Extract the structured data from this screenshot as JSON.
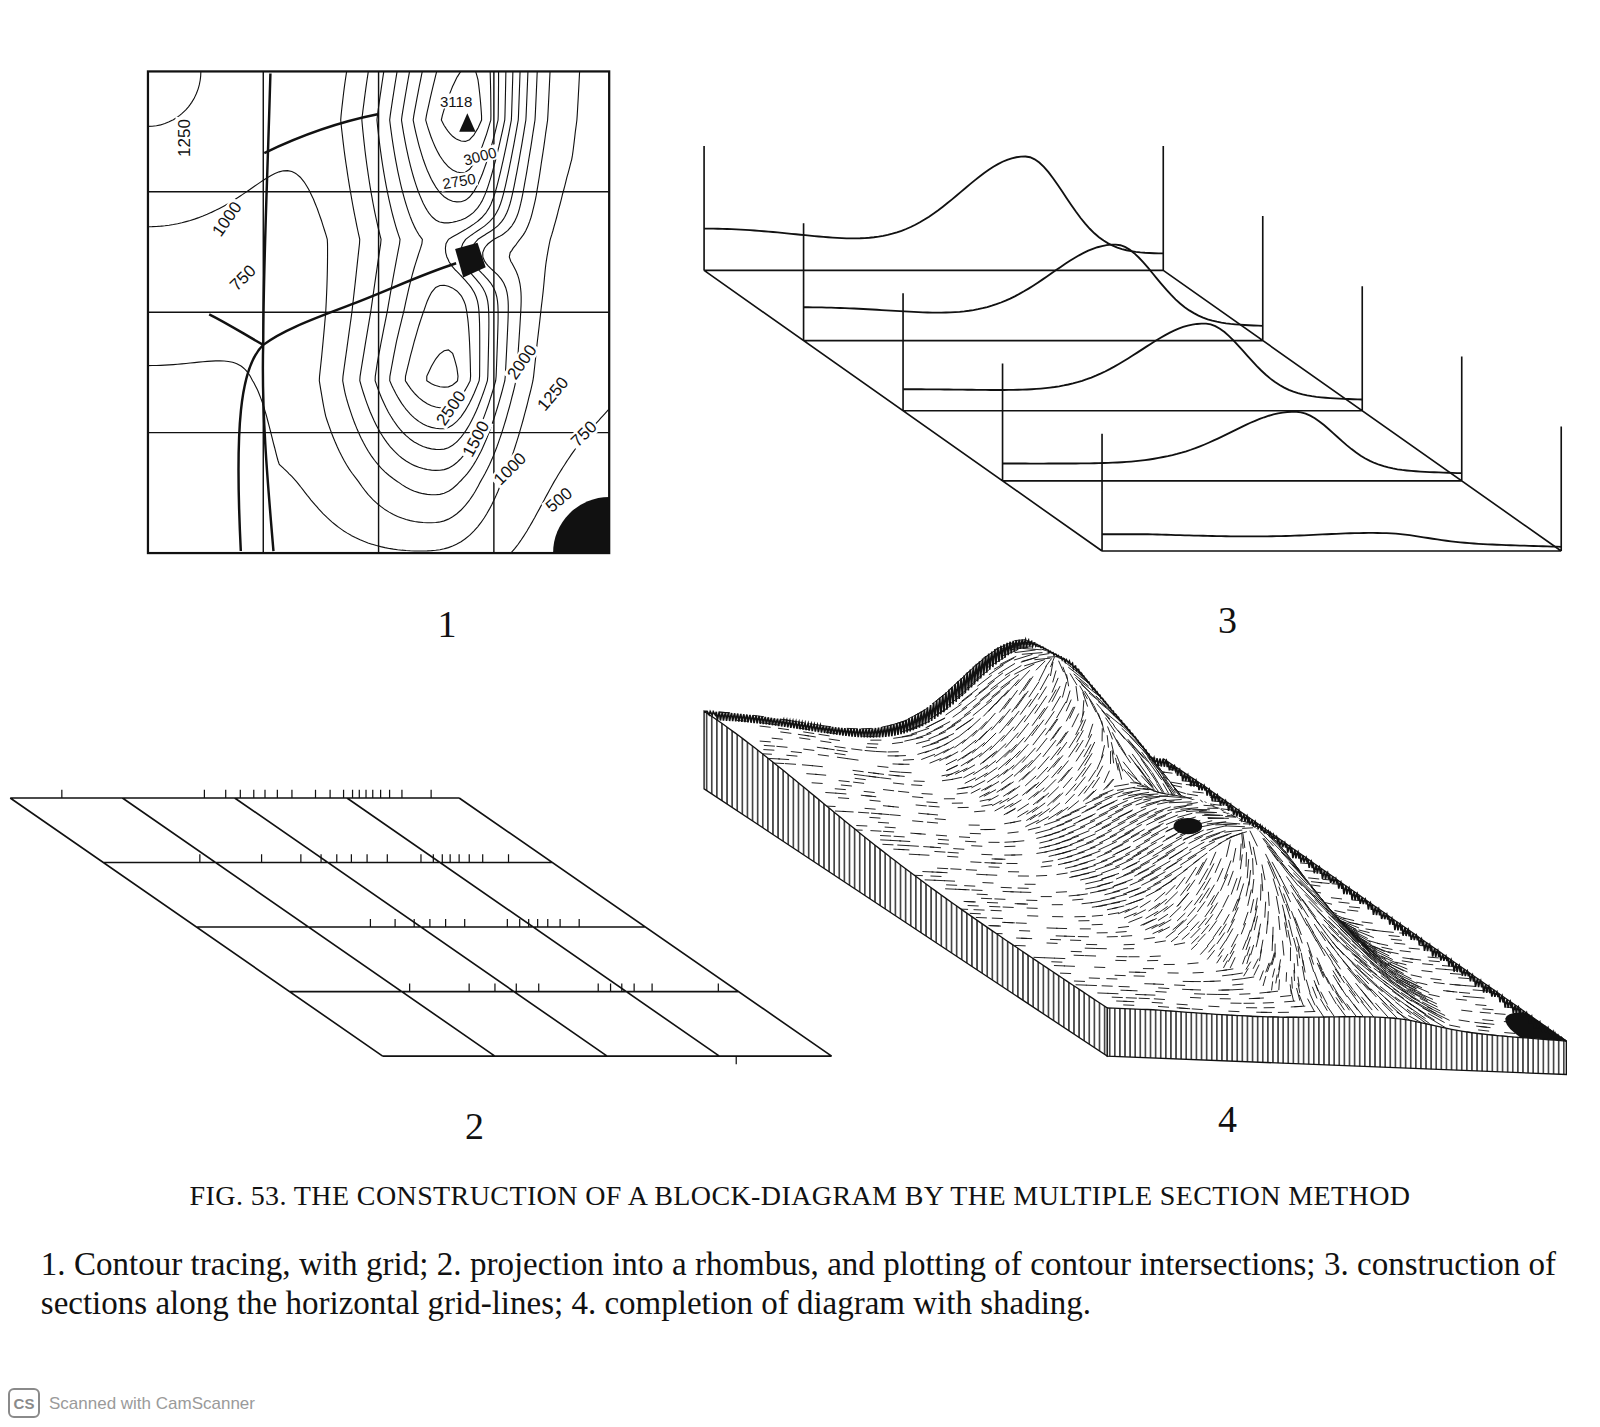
{
  "diagram": {
    "title": "FIG. 53. THE CONSTRUCTION OF A BLOCK-DIAGRAM BY THE MULTIPLE SECTION METHOD",
    "caption": "1. Contour tracing, with grid; 2. projection into a rhombus, and plotting of contour intersections; 3. construction of sections along the horizontal grid-lines; 4. completion of diagram with shading.",
    "nodes": [
      {
        "text": [
          "CS"
        ]
      }
    ],
    "labels": [
      "3118",
      "3000",
      "2750",
      "1250",
      "1000",
      "750",
      "2000",
      "2500",
      "1250",
      "1500",
      "1000",
      "750",
      "500",
      "1",
      "3",
      "2",
      "4",
      "Scanned with CamScanner"
    ]
  }
}
